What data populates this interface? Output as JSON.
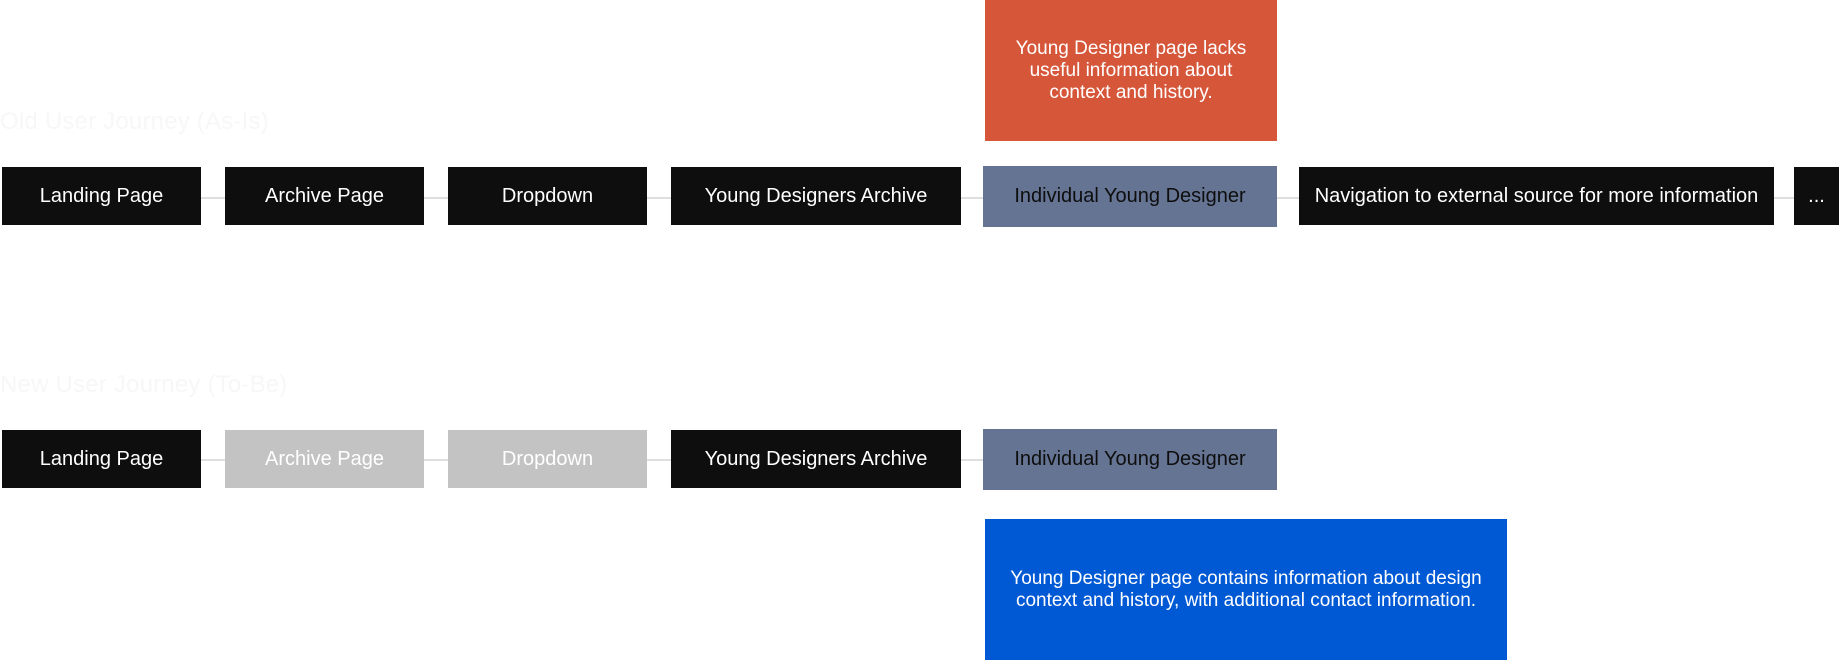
{
  "flows": [
    {
      "title": "Old User Journey (As-Is)",
      "steps": [
        "Landing Page",
        "Archive Page",
        "Dropdown",
        "Young Designers Archive",
        "Individual Young Designer",
        "Navigation to external source for more information",
        "..."
      ],
      "step_states": [
        "active",
        "active",
        "active",
        "active",
        "focus",
        "active",
        "active"
      ],
      "callout": {
        "kind": "problem",
        "text": "Young Designer page lacks useful information about context and history."
      }
    },
    {
      "title": "New User Journey (To-Be)",
      "steps": [
        "Landing Page",
        "Archive Page",
        "Dropdown",
        "Young Designers Archive",
        "Individual Young Designer"
      ],
      "step_states": [
        "active",
        "skipped",
        "skipped",
        "active",
        "focus"
      ],
      "callout": {
        "kind": "solution",
        "text": "Young Designer page contains information about design context and history, with additional contact information."
      }
    }
  ],
  "colors": {
    "step_active": "#0d0e0d",
    "step_skipped": "#c3c3c3",
    "step_focus": "#667494",
    "problem_callout": "#d6563a",
    "solution_callout": "#0059d4",
    "connector": "#dedede"
  }
}
